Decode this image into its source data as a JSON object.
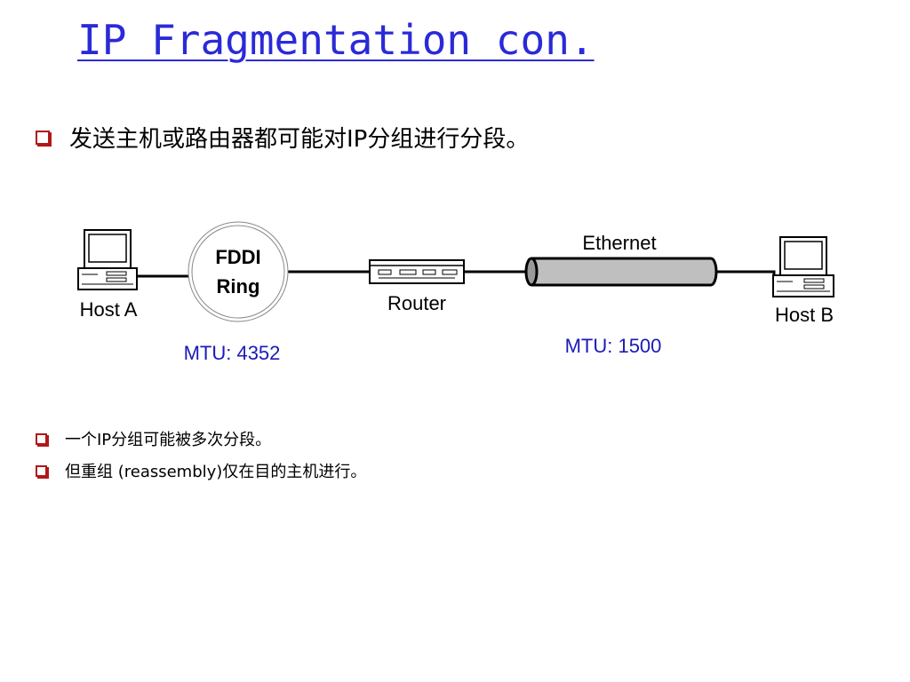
{
  "slide": {
    "title": "IP Fragmentation con.",
    "bullets": [
      "发送主机或路由器都可能对IP分组进行分段。",
      "一个IP分组可能被多次分段。",
      "但重组 (reassembly)仅在目的主机进行。"
    ]
  },
  "diagram": {
    "host_a_label": "Host A",
    "host_b_label": "Host B",
    "fddi_label_line1": "FDDI",
    "fddi_label_line2": "Ring",
    "router_label": "Router",
    "ethernet_label": "Ethernet",
    "mtu_fddi": "MTU: 4352",
    "mtu_ethernet": "MTU: 1500"
  },
  "colors": {
    "title": "#2a2ad8",
    "mtu_text": "#1a1ab8",
    "bullet": "#b01818"
  },
  "icons": [
    "computer-icon",
    "router-icon",
    "fddi-ring-icon",
    "ethernet-cable-icon"
  ]
}
